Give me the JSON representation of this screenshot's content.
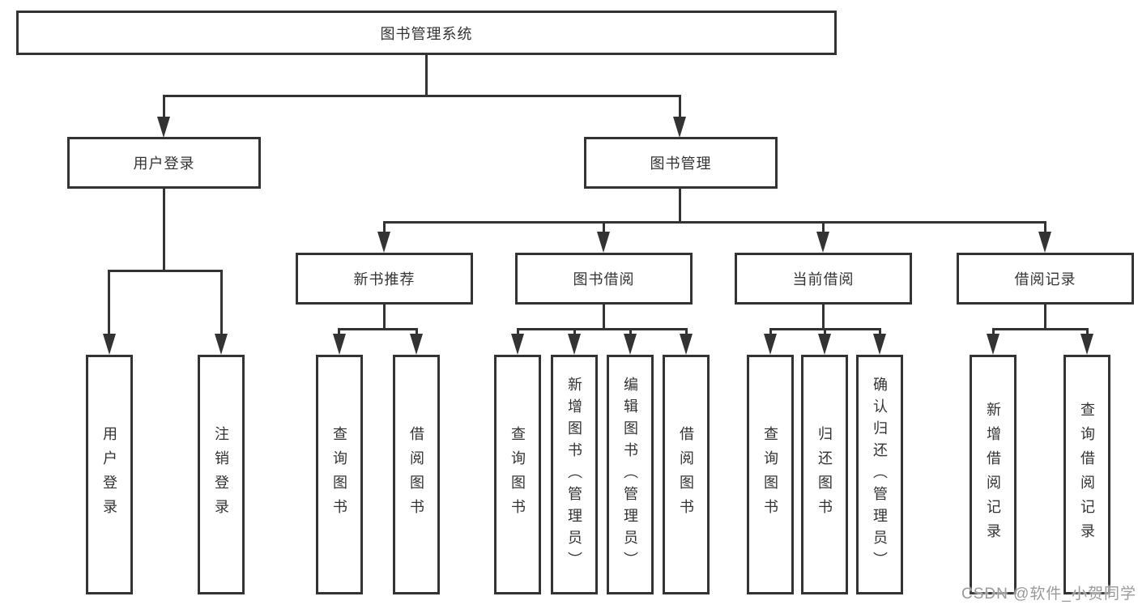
{
  "diagram": {
    "title": "图书管理系统",
    "watermark": "CSDN @软件_小贺同学",
    "colors": {
      "line": "#333333",
      "text": "#333333",
      "box_background": "#ffffff",
      "page_background": "#ffffff",
      "watermark_text": "#9a9a9a"
    },
    "nodes": {
      "root": "图书管理系统",
      "level2": [
        "用户登录",
        "图书管理"
      ],
      "level3": [
        "新书推荐",
        "图书借阅",
        "当前借阅",
        "借阅记录"
      ],
      "leaves_user_login": [
        "用户登录",
        "注销登录"
      ],
      "leaves_new_book": [
        "查询图书",
        "借阅图书"
      ],
      "leaves_book_borrow": [
        "查询图书",
        "新增图书（管理员）",
        "编辑图书（管理员）",
        "借阅图书"
      ],
      "leaves_current_borrow": [
        "查询图书",
        "归还图书",
        "确认归还（管理员）"
      ],
      "leaves_borrow_records": [
        "新增借阅记录",
        "查询借阅记录"
      ]
    }
  }
}
